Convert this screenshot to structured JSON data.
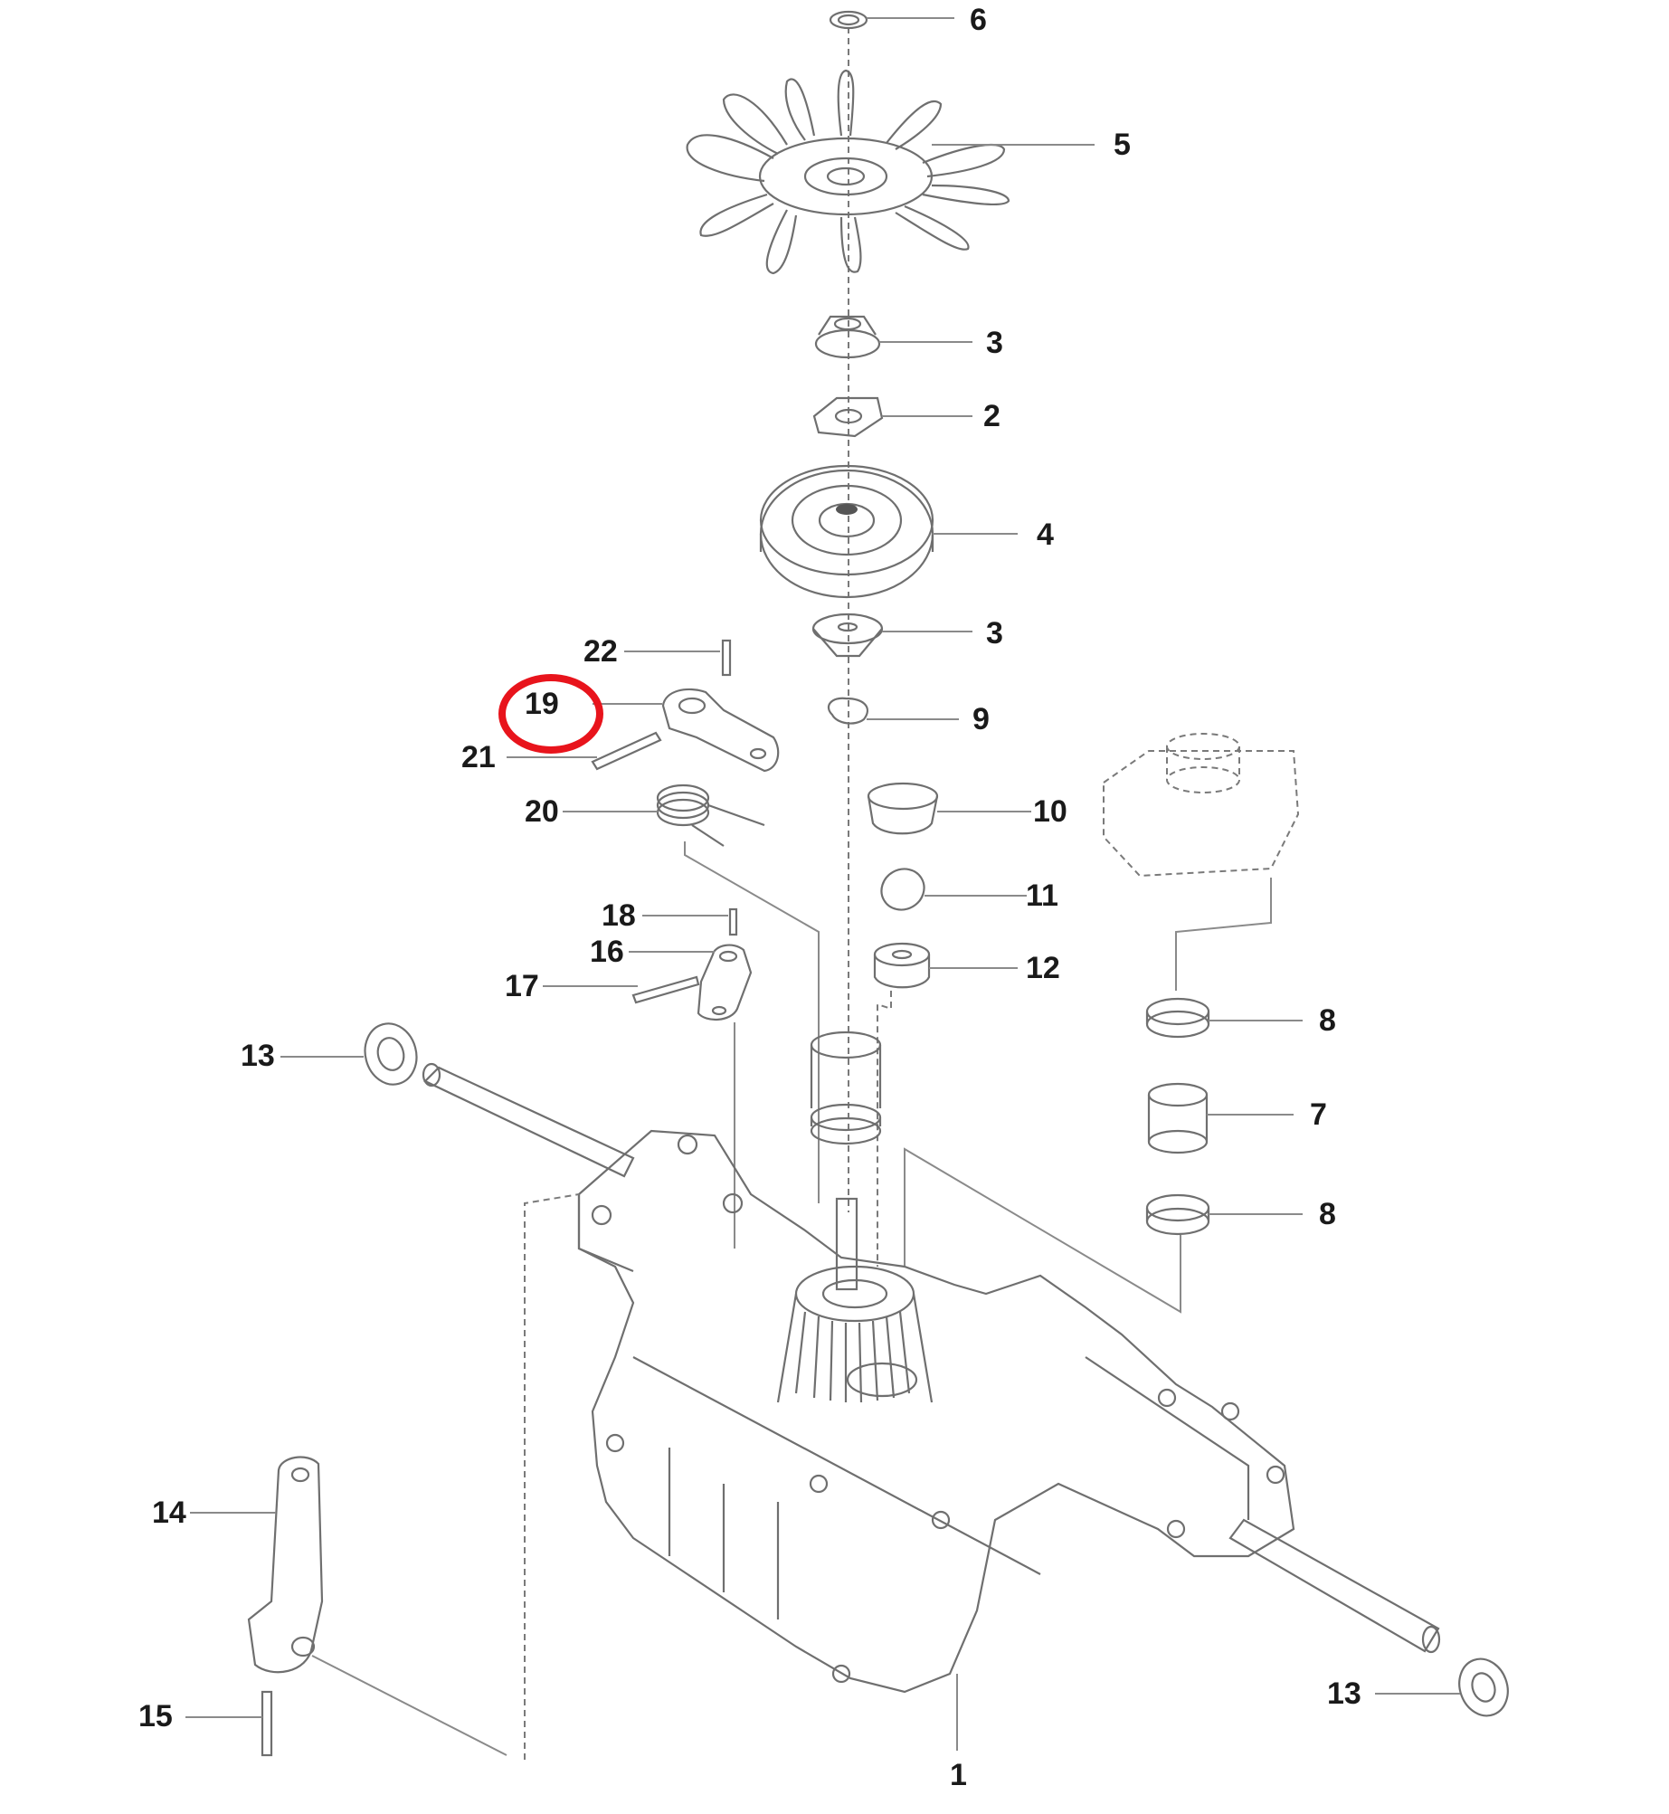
{
  "diagram": {
    "highlighted_callout": "19",
    "highlight_color": "#e8141c",
    "callouts": [
      {
        "id": "callout-6",
        "text": "6"
      },
      {
        "id": "callout-5",
        "text": "5"
      },
      {
        "id": "callout-3-upper",
        "text": "3"
      },
      {
        "id": "callout-2",
        "text": "2"
      },
      {
        "id": "callout-4",
        "text": "4"
      },
      {
        "id": "callout-3-lower",
        "text": "3"
      },
      {
        "id": "callout-22",
        "text": "22"
      },
      {
        "id": "callout-19",
        "text": "19"
      },
      {
        "id": "callout-9",
        "text": "9"
      },
      {
        "id": "callout-21",
        "text": "21"
      },
      {
        "id": "callout-20",
        "text": "20"
      },
      {
        "id": "callout-10",
        "text": "10"
      },
      {
        "id": "callout-11",
        "text": "11"
      },
      {
        "id": "callout-18",
        "text": "18"
      },
      {
        "id": "callout-16",
        "text": "16"
      },
      {
        "id": "callout-12",
        "text": "12"
      },
      {
        "id": "callout-17",
        "text": "17"
      },
      {
        "id": "callout-8-upper",
        "text": "8"
      },
      {
        "id": "callout-13-left",
        "text": "13"
      },
      {
        "id": "callout-7",
        "text": "7"
      },
      {
        "id": "callout-8-lower",
        "text": "8"
      },
      {
        "id": "callout-14",
        "text": "14"
      },
      {
        "id": "callout-13-right",
        "text": "13"
      },
      {
        "id": "callout-15",
        "text": "15"
      },
      {
        "id": "callout-1",
        "text": "1"
      }
    ]
  }
}
